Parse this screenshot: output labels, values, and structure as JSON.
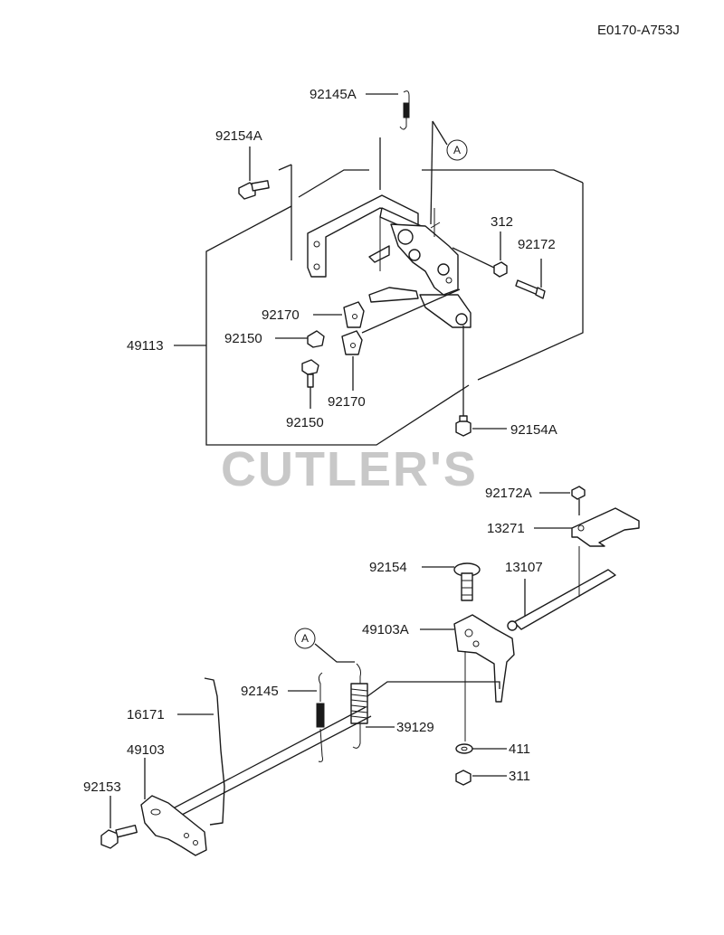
{
  "diagram_code": "E0170-A753J",
  "watermark": "CUTLER'S",
  "callout_ref": "A",
  "labels": {
    "p92145A": "92145A",
    "p92154A_top": "92154A",
    "p312": "312",
    "p92172": "92172",
    "p92170_a": "92170",
    "p92150_a": "92150",
    "p49113": "49113",
    "p92150_b": "92150",
    "p92170_b": "92170",
    "p92154A_bottom": "92154A",
    "p92172A": "92172A",
    "p13271": "13271",
    "p92154": "92154",
    "p13107": "13107",
    "p49103A": "49103A",
    "p92145": "92145",
    "p16171": "16171",
    "p39129": "39129",
    "p49103": "49103",
    "p411": "411",
    "p92153": "92153",
    "p311": "311"
  }
}
